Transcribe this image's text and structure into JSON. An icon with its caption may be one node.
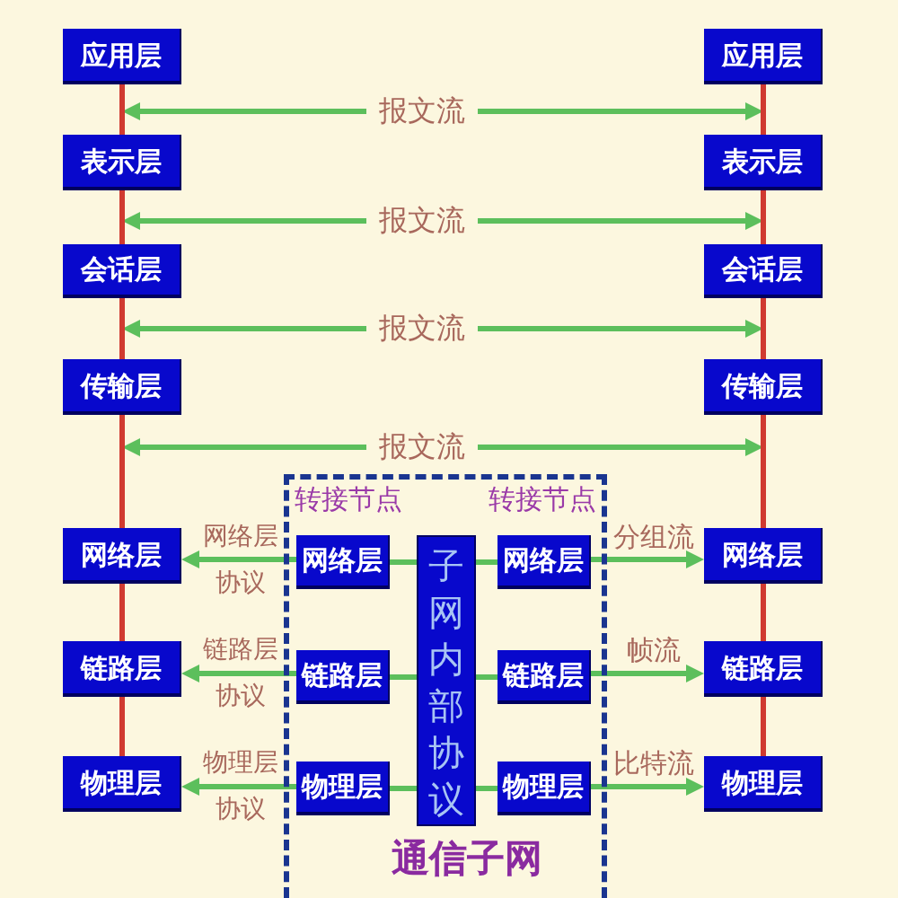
{
  "diagram": {
    "nodes": [
      {
        "text": [
          "应用层"
        ]
      },
      {
        "text": [
          "应用层"
        ]
      },
      {
        "text": [
          "表示层"
        ]
      },
      {
        "text": [
          "表示层"
        ]
      },
      {
        "text": [
          "会话层"
        ]
      },
      {
        "text": [
          "会话层"
        ]
      },
      {
        "text": [
          "传输层"
        ]
      },
      {
        "text": [
          "传输层"
        ]
      },
      {
        "text": [
          "通信子网"
        ]
      },
      {
        "text": [
          "网络层"
        ]
      },
      {
        "text": [
          "网络层"
        ],
        "in": 8
      },
      {
        "text": [
          "子网内部协议"
        ],
        "in": 8
      },
      {
        "text": [
          "网络层"
        ],
        "in": 8
      },
      {
        "text": [
          "网络层"
        ]
      },
      {
        "text": [
          "链路层"
        ]
      },
      {
        "text": [
          "链路层"
        ],
        "in": 8
      },
      {
        "text": [
          "链路层"
        ],
        "in": 8
      },
      {
        "text": [
          "链路层"
        ]
      },
      {
        "text": [
          "物理层"
        ]
      },
      {
        "text": [
          "物理层"
        ],
        "in": 8
      },
      {
        "text": [
          "物理层"
        ],
        "in": 8
      },
      {
        "text": [
          "物理层"
        ]
      }
    ],
    "edges": [
      {
        "from": 0,
        "to": 1,
        "arrow": "both",
        "label": "报文流"
      },
      {
        "from": 2,
        "to": 3,
        "arrow": "both",
        "label": "报文流"
      },
      {
        "from": 4,
        "to": 5,
        "arrow": "both",
        "label": "报文流"
      },
      {
        "from": 6,
        "to": 7,
        "arrow": "both",
        "label": "报文流"
      },
      {
        "from": 0,
        "to": 2,
        "arrow": "none",
        "color": "#d03a30"
      },
      {
        "from": 2,
        "to": 4,
        "arrow": "none",
        "color": "#d03a30"
      },
      {
        "from": 4,
        "to": 6,
        "arrow": "none",
        "color": "#d03a30"
      },
      {
        "from": 6,
        "to": 9,
        "arrow": "none",
        "color": "#d03a30"
      },
      {
        "from": 9,
        "to": 14,
        "arrow": "none",
        "color": "#d03a30"
      },
      {
        "from": 14,
        "to": 18,
        "arrow": "none",
        "color": "#d03a30"
      },
      {
        "from": 1,
        "to": 3,
        "arrow": "none",
        "color": "#d03a30"
      },
      {
        "from": 3,
        "to": 5,
        "arrow": "none",
        "color": "#d03a30"
      },
      {
        "from": 5,
        "to": 7,
        "arrow": "none",
        "color": "#d03a30"
      },
      {
        "from": 7,
        "to": 13,
        "arrow": "none",
        "color": "#d03a30"
      },
      {
        "from": 13,
        "to": 17,
        "arrow": "none",
        "color": "#d03a30"
      },
      {
        "from": 17,
        "to": 21,
        "arrow": "none",
        "color": "#d03a30"
      },
      {
        "from": 10,
        "to": 9,
        "arrow": "to",
        "label": "网络层协议"
      },
      {
        "from": 10,
        "to": 11,
        "arrow": "none"
      },
      {
        "from": 11,
        "to": 12,
        "arrow": "none"
      },
      {
        "from": 12,
        "to": 13,
        "arrow": "to",
        "label": "分组流"
      },
      {
        "from": 15,
        "to": 14,
        "arrow": "to",
        "label": "链路层协议"
      },
      {
        "from": 15,
        "to": 11,
        "arrow": "none"
      },
      {
        "from": 11,
        "to": 16,
        "arrow": "none"
      },
      {
        "from": 16,
        "to": 17,
        "arrow": "to",
        "label": "帧流"
      },
      {
        "from": 19,
        "to": 18,
        "arrow": "to",
        "label": "物理层协议"
      },
      {
        "from": 19,
        "to": 11,
        "arrow": "none"
      },
      {
        "from": 11,
        "to": 20,
        "arrow": "none"
      },
      {
        "from": 20,
        "to": 21,
        "arrow": "to",
        "label": "比特流"
      }
    ],
    "labels": [
      "转接节点",
      "转接节点"
    ]
  }
}
